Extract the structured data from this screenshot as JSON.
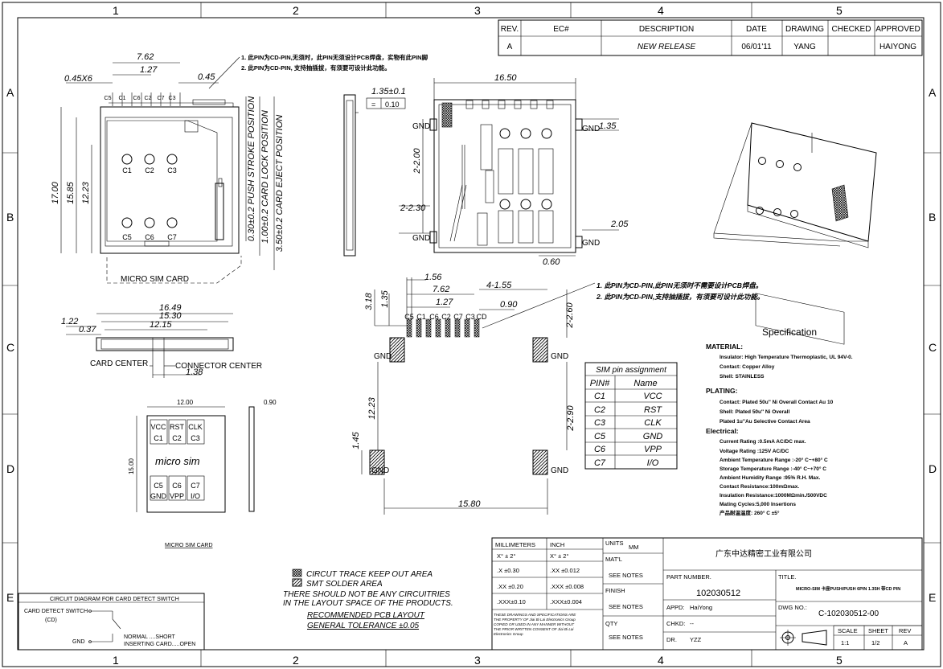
{
  "border": {
    "top_zones": [
      "1",
      "2",
      "3",
      "4",
      "5"
    ],
    "bottom_zones": [
      "1",
      "2",
      "3",
      "4",
      "5"
    ],
    "left_zones": [
      "A",
      "B",
      "C",
      "D",
      "E"
    ],
    "right_zones": [
      "A",
      "B",
      "C",
      "D",
      "E"
    ]
  },
  "revision_table": {
    "headers": [
      "REV.",
      "EC#",
      "DESCRIPTION",
      "DATE",
      "DRAWING",
      "CHECKED",
      "APPROVED"
    ],
    "row": [
      "A",
      "",
      "NEW RELEASE",
      "06/01'11",
      "YANG",
      "",
      "HAIYONG"
    ]
  },
  "notes_top": [
    "1. 此PIN为CD-PIN,无须时，此PIN无须设计PCB焊盘，实物有此PIN脚",
    "2. 此PIN为CD-PIN, 支持抽插拔，有须要可设计此功能。"
  ],
  "notes_mid": [
    "1. 此PIN为CD-PIN,此PIN无须时不需要设计PCB焊盘。",
    "2. 此PIN为CD-PIN,支持抽插拔，有须要可设计此功能。"
  ],
  "top_view": {
    "dims": [
      "7.62",
      "1.27",
      "0.45X6",
      "0.45",
      "17.00",
      "15.85",
      "12.23",
      "0.30±0.2 PUSH STROKE POSITION",
      "1.00±0.2 CARD LOCK POSITION",
      "3.50±0.2 CARD EJECT POSITION"
    ],
    "pins_top": [
      "C5",
      "C1",
      "C6",
      "C2",
      "C7",
      "C3"
    ],
    "pins_row1": [
      "C1",
      "C2",
      "C3"
    ],
    "pins_row2": [
      "C5",
      "C6",
      "C7"
    ],
    "card_label": "MICRO SIM CARD"
  },
  "side_view": {
    "dims": [
      "1.35±0.1",
      "0.10"
    ]
  },
  "bottom_view": {
    "dims": [
      "16.50",
      "1.35",
      "2-2.00",
      "2-2.30",
      "2.05",
      "0.60"
    ],
    "gnd": "GND"
  },
  "front_view": {
    "dims": [
      "16.49",
      "15.30",
      "12.15",
      "1.22",
      "0.37",
      "1.38"
    ],
    "card_center": "CARD CENTER",
    "connector_center": "CONNECTOR CENTER"
  },
  "micro_sim": {
    "dims": [
      "12.00",
      "15.00",
      "0.90"
    ],
    "pins": [
      "VCC",
      "RST",
      "CLK",
      "C1",
      "C2",
      "C3",
      "C5",
      "C6",
      "C7",
      "GND",
      "VPP",
      "I/O"
    ],
    "logo": "micro sim",
    "caption": "MICRO SIM CARD"
  },
  "layout": {
    "dims": [
      "1.56",
      "7.62",
      "1.27",
      "4-1.55",
      "0.90",
      "3.18",
      "1.35",
      "2-2.60",
      "12.23",
      "1.45",
      "2-2.90",
      "15.80"
    ],
    "pins": [
      "C5",
      "C1",
      "C6",
      "C2",
      "C7",
      "C3",
      "CD"
    ],
    "gnd": "GND"
  },
  "sim_pin_table": {
    "title": "SIM pin assignment",
    "headers": [
      "PIN#",
      "Name"
    ],
    "rows": [
      [
        "C1",
        "VCC"
      ],
      [
        "C2",
        "RST"
      ],
      [
        "C3",
        "CLK"
      ],
      [
        "C5",
        "GND"
      ],
      [
        "C6",
        "VPP"
      ],
      [
        "C7",
        "I/O"
      ]
    ]
  },
  "specification": {
    "title": "Specification",
    "material_title": "MATERIAL:",
    "material": [
      "Insulator: High Temperature Thermoplastic, UL 94V-0.",
      "Contact: Copper Alloy",
      "Shell: STAINLESS"
    ],
    "plating_title": "PLATING:",
    "plating": [
      "Contact: Plated 50u'' Ni Overall Contact Au 10",
      "Shell: Plated 50u'' Ni Overall",
      "Plated 1u''Au Selective Contact Area"
    ],
    "electrical_title": "Electrical:",
    "electrical": [
      "Current Rating :0.5mA AC/DC max.",
      "Voltage Rating :125V AC/DC",
      "Ambient Temperature Range :-20° C~+80° C",
      "Storage Temperature Range :-40° C~+70° C",
      "Ambient Humidity Range :95% R.H. Max.",
      "Contact Resistance:100mΩmax.",
      "Insulation Resistance:1000MΩmin./500VDC",
      "Mating Cycles:5,000 Insertions",
      "产品耐温温度: 260° C ±5°"
    ]
  },
  "legend": {
    "keepout": "CIRCUT TRACE KEEP OUT AREA",
    "solder": "SMT SOLDER AREA",
    "note1": "THERE SHOULD NOT BE ANY CIRCUITRIES",
    "note2": "IN THE LAYOUT SPACE OF THE PRODUCTS.",
    "recommended": "RECOMMENDED PCB LAYOUT",
    "tolerance": "GENERAL TOLERANCE ±0.05"
  },
  "circuit": {
    "title": "CIRCUIT DIAGRAM FOR CARD DETECT SWITCH",
    "label1": "CARD DETECT SWITCH",
    "label2": "(CD)",
    "gnd": "GND",
    "normal": "NORMAL ....SHORT",
    "inserting": "INSERTING CARD.....OPEN"
  },
  "title_block": {
    "tol_headers": [
      "MILLIMETERS",
      "INCH"
    ],
    "tol_rows": [
      [
        "X° ± 2°",
        "X° ± 2°"
      ],
      [
        ".X ±0.30",
        ".XX ±0.012"
      ],
      [
        ".XX ±0.20",
        ".XXX ±0.008"
      ],
      [
        ".XXX±0.10",
        ".XXX±0.004"
      ]
    ],
    "units_label": "UNITS",
    "units_value": "MM",
    "matl_label": "MAT'L",
    "matl_value": "SEE NOTES",
    "finish_label": "FINISH",
    "finish_value": "SEE NOTES",
    "qty_label": "QTY",
    "qty_value": "SEE NOTES",
    "company": "广东中达精密工业有限公司",
    "part_label": "PART NUMBER.",
    "part_value": "102030512",
    "title_label": "TITLE.",
    "title_value": "MICRO-SIM 卡座PUSH/PUSH 6PIN 1.35H 带CD PIN",
    "appd_label": "APPD:",
    "appd_value": "HaiYong",
    "chkd_label": "CHKD:",
    "chkd_value": "--",
    "dr_label": "DR.",
    "dr_value": "YZZ",
    "dwg_label": "DWG NO.:",
    "dwg_value": "C-102030512-00",
    "scale_label": "SCALE",
    "scale_value": "1:1",
    "sheet_label": "SHEET",
    "sheet_value": "1/2",
    "rev_label": "REV",
    "rev_value": "A",
    "proprietary": [
      "THESE DRAWINGS AND SPECIFICATIONS ARE",
      "THE PROPERTY OF Jiai Bi Lai Electronics Group",
      "COPIED OR USED IN ANY MANNER WITHOUT",
      "THE PRIOR WRITTEN CONSENT OF Jiai Bi Lai",
      "Electronics Group"
    ]
  }
}
